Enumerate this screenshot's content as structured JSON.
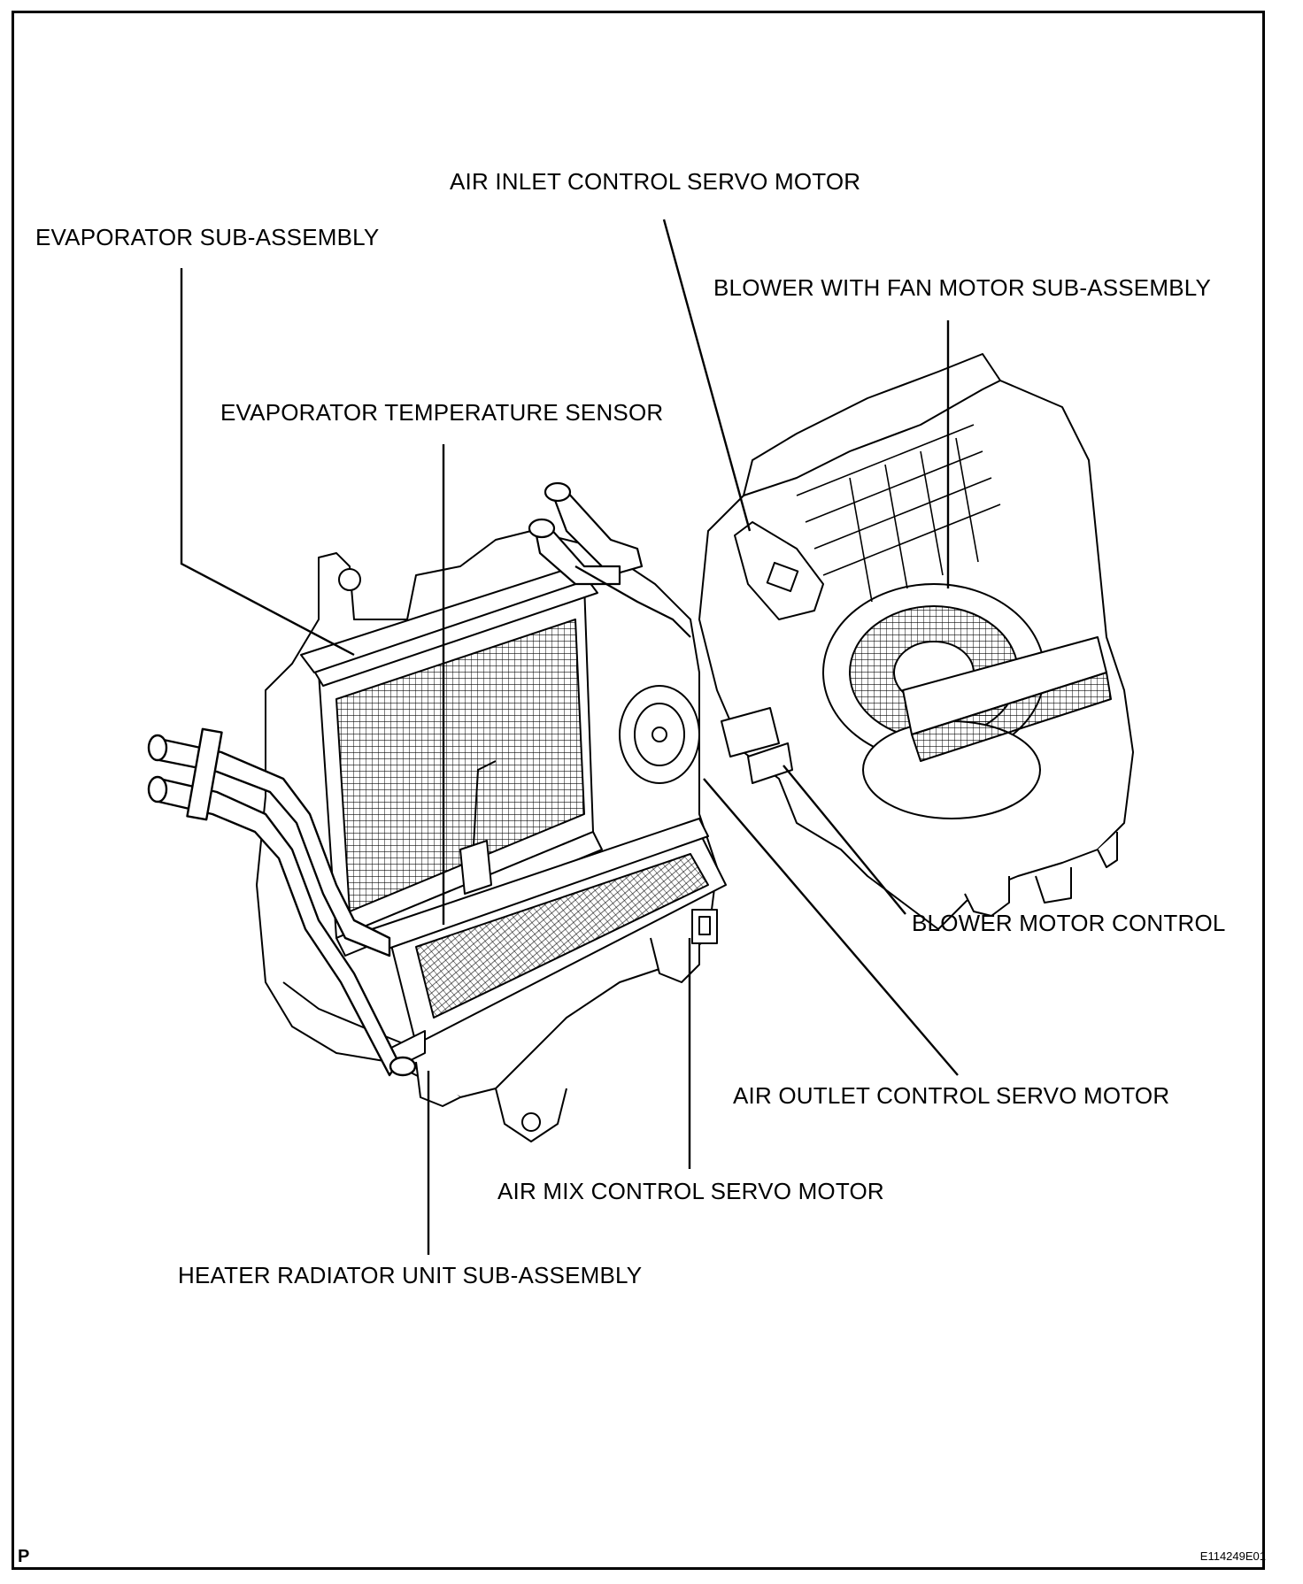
{
  "labels": {
    "air_inlet_control_servo_motor": "AIR INLET CONTROL SERVO MOTOR",
    "evaporator_sub_assembly": "EVAPORATOR SUB-ASSEMBLY",
    "blower_with_fan_motor_sub_assembly": "BLOWER WITH FAN MOTOR SUB-ASSEMBLY",
    "evaporator_temperature_sensor": "EVAPORATOR TEMPERATURE SENSOR",
    "blower_motor_control": "BLOWER MOTOR CONTROL",
    "air_outlet_control_servo_motor": "AIR OUTLET CONTROL SERVO MOTOR",
    "air_mix_control_servo_motor": "AIR MIX CONTROL SERVO MOTOR",
    "heater_radiator_unit_sub_assembly": "HEATER RADIATOR UNIT SUB-ASSEMBLY"
  },
  "corner_mark": "P",
  "figure_code": "E114249E01"
}
